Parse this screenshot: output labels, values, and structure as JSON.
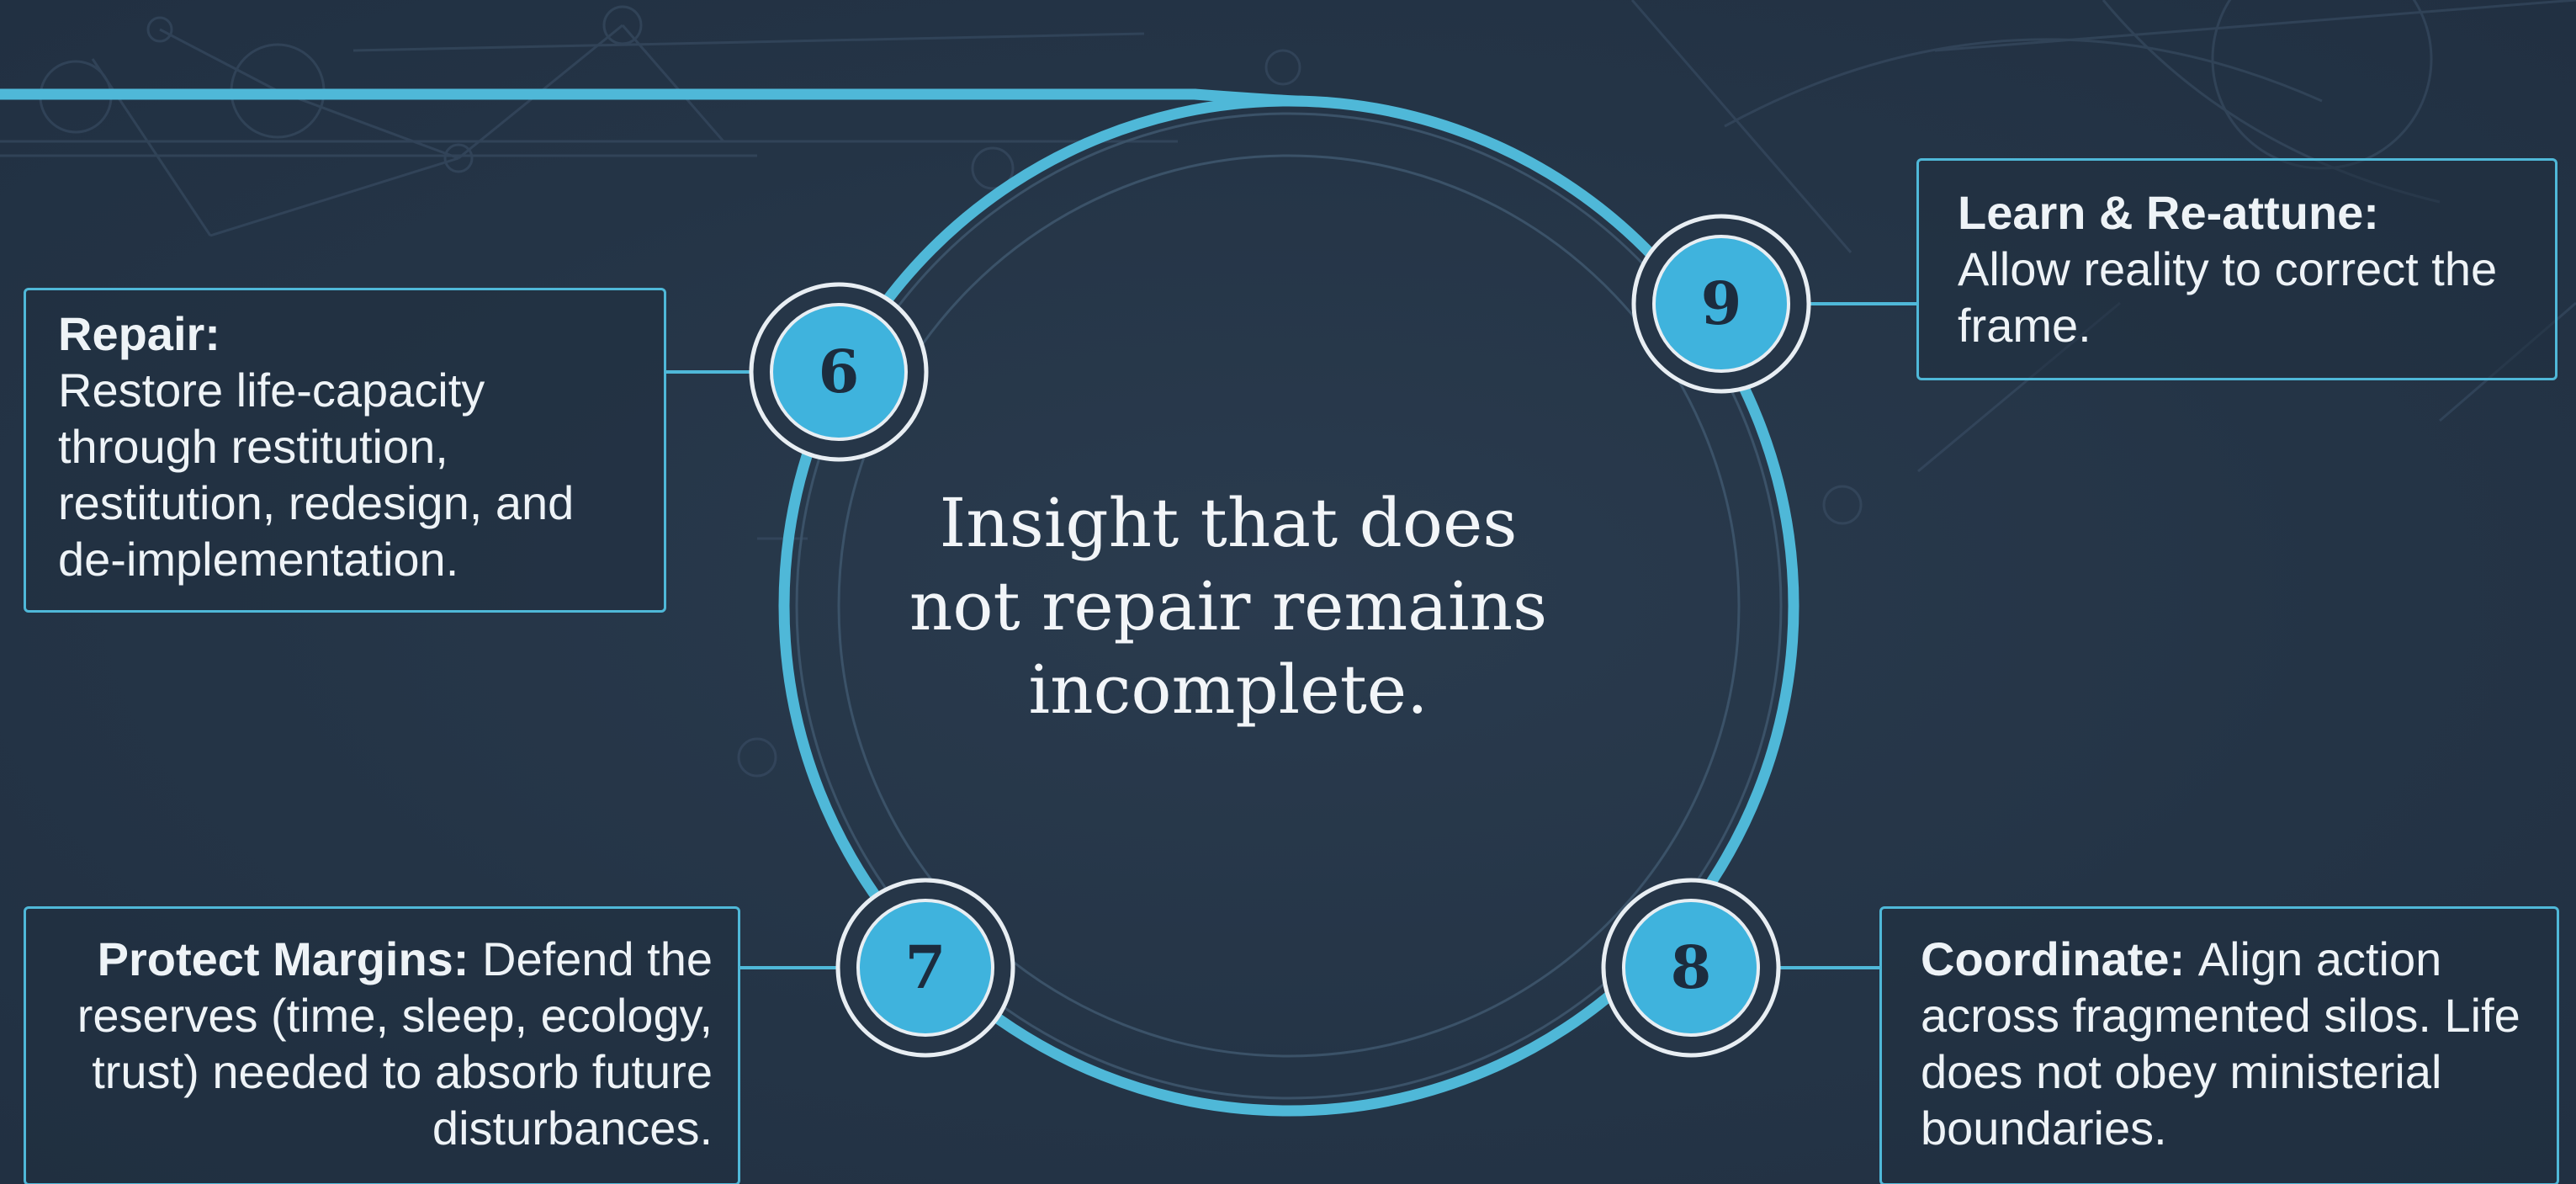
{
  "center_text": "Insight that does not repair remains incomplete.",
  "colors": {
    "background": "#263648",
    "accent": "#4fb8d8",
    "node_fill": "#3fb3dd",
    "text": "#eef3f7"
  },
  "steps": [
    {
      "number": "6",
      "title": "Repair:",
      "description": "Restore life-capacity through restitution, restitution, redesign, and de-implementation."
    },
    {
      "number": "7",
      "title": "Protect Margins:",
      "description": "Defend the reserves (time, sleep, ecology, trust) needed to absorb future disturbances."
    },
    {
      "number": "8",
      "title": "Coordinate:",
      "description": "Align action across fragmented silos. Life does not obey ministerial boundaries."
    },
    {
      "number": "9",
      "title": "Learn & Re-attune:",
      "description": "Allow reality to correct the frame."
    }
  ]
}
